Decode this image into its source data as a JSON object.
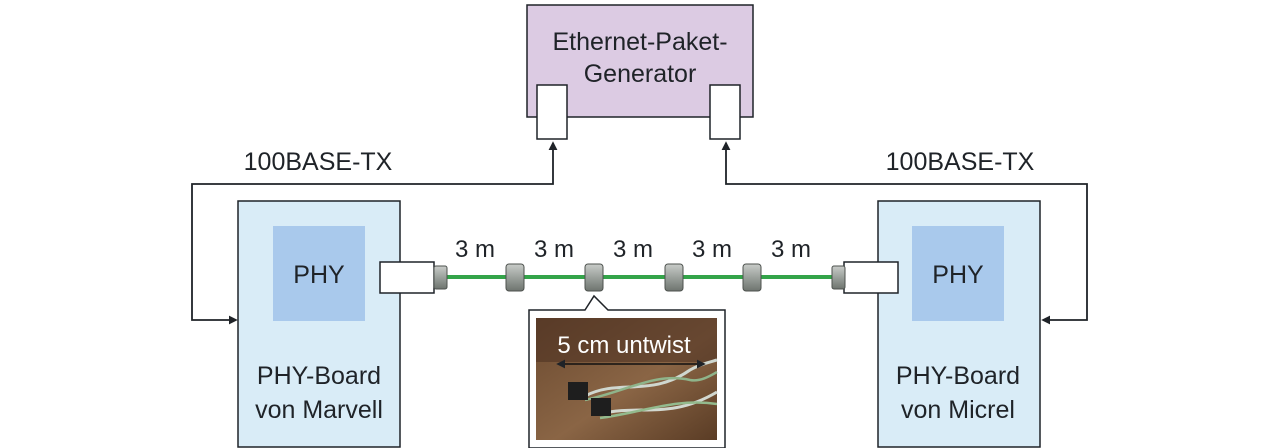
{
  "generator": {
    "title_line1": "Ethernet-Paket-",
    "title_line2": "Generator",
    "fill": "#dccbe3"
  },
  "links": {
    "left_label": "100BASE-TX",
    "right_label": "100BASE-TX"
  },
  "boards": {
    "left": {
      "chip_label": "PHY",
      "name_line1": "PHY-Board",
      "name_line2": "von Marvell"
    },
    "right": {
      "chip_label": "PHY",
      "name_line1": "PHY-Board",
      "name_line2": "von Micrel"
    },
    "fill": "#d9ecf7",
    "chip_fill": "#a9c9ec"
  },
  "cable": {
    "segment_labels": [
      "3 m",
      "3 m",
      "3 m",
      "3 m",
      "3 m"
    ],
    "color": "#33a449"
  },
  "callout": {
    "label": "5 cm untwist"
  },
  "icons": [
    "arrow-icon",
    "connector-icon",
    "port-icon"
  ]
}
